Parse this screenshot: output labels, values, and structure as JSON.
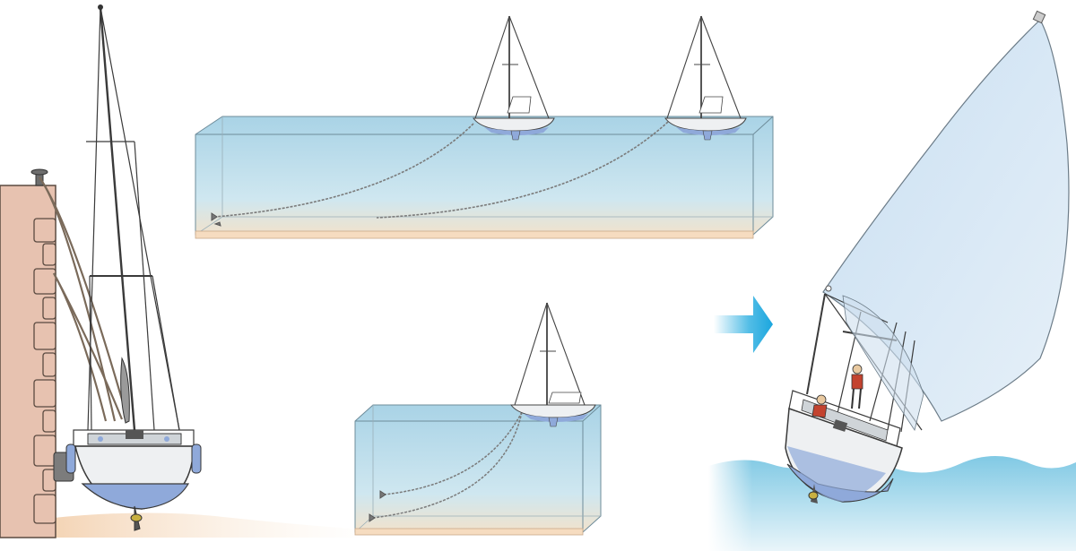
{
  "scenes": {
    "quay": {
      "scene": "yacht-heeled-against-quay-wall",
      "heel_direction": "toward-quay"
    },
    "anchoring_deep": {
      "scene": "two-yachts-anchored-with-long-chain-in-deep-water",
      "boat_count": 2,
      "anchor_count": 2
    },
    "anchoring_shallow": {
      "scene": "yacht-anchored-in-shallow-water-with-two-anchors",
      "boat_count": 1,
      "anchor_count": 2
    },
    "heeled_under_sail": {
      "scene": "yacht-heeled-by-spinnaker-with-crew",
      "crew_count": 2
    }
  },
  "arrow": {
    "direction": "right",
    "meaning": "leads-to"
  },
  "colors": {
    "quay_wall": "#e7c2b0",
    "quay_outline": "#5a4a40",
    "sand": "#f6dcc0",
    "water_top": "#b8dcec",
    "water_bottom": "#d7ecf2",
    "sea": "#8ccde6",
    "hull": "#eef0f2",
    "antifouling": "#8fa9da",
    "spinnaker": "#d6e7f4",
    "arrow": "#1fa8de",
    "rigging": "#3a3a3a"
  }
}
